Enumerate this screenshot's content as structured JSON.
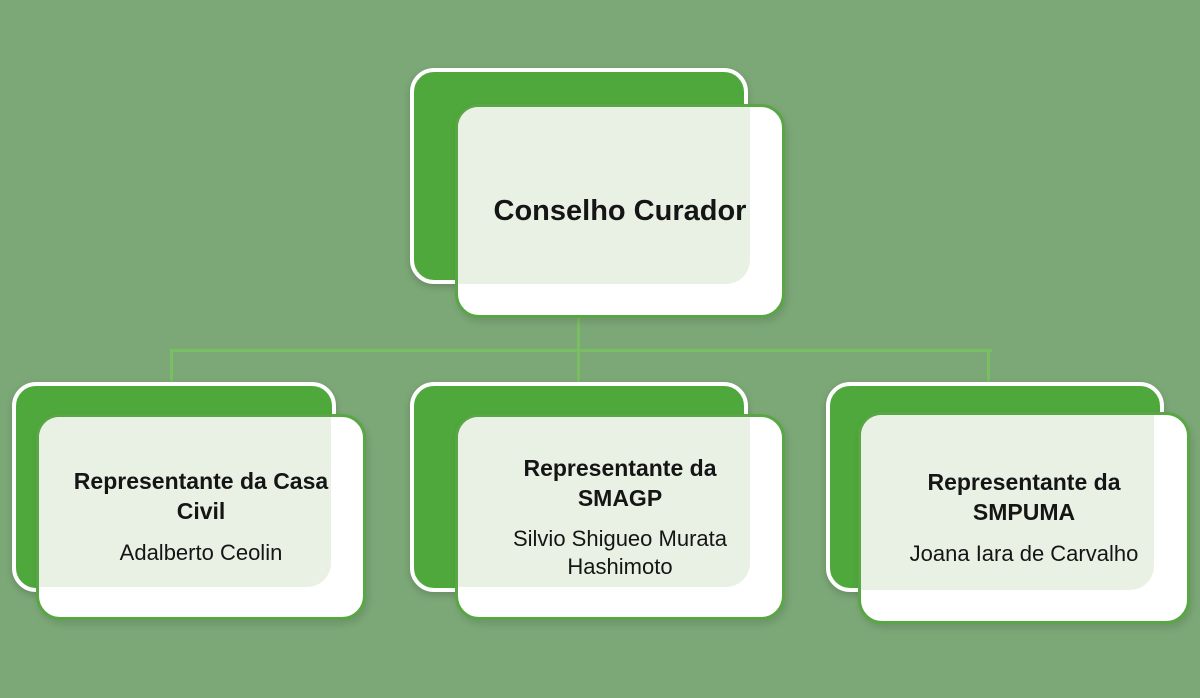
{
  "colors": {
    "background": "#7CA877",
    "card_green": "#4FA83C",
    "card_front": "#FFFFFF",
    "card_tint": "#E9F1E5",
    "card_border": "#58A744",
    "connector": "#79BE62",
    "text": "#151515"
  },
  "org_chart": {
    "root": {
      "title": "Conselho Curador"
    },
    "children": [
      {
        "role": "Representante da Casa\nCivil",
        "name": "Adalberto Ceolin"
      },
      {
        "role": "Representante da\nSMAGP",
        "name": "Silvio Shigueo Murata\nHashimoto"
      },
      {
        "role": "Representante da\nSMPUMA",
        "name": "Joana Iara de Carvalho"
      }
    ]
  }
}
